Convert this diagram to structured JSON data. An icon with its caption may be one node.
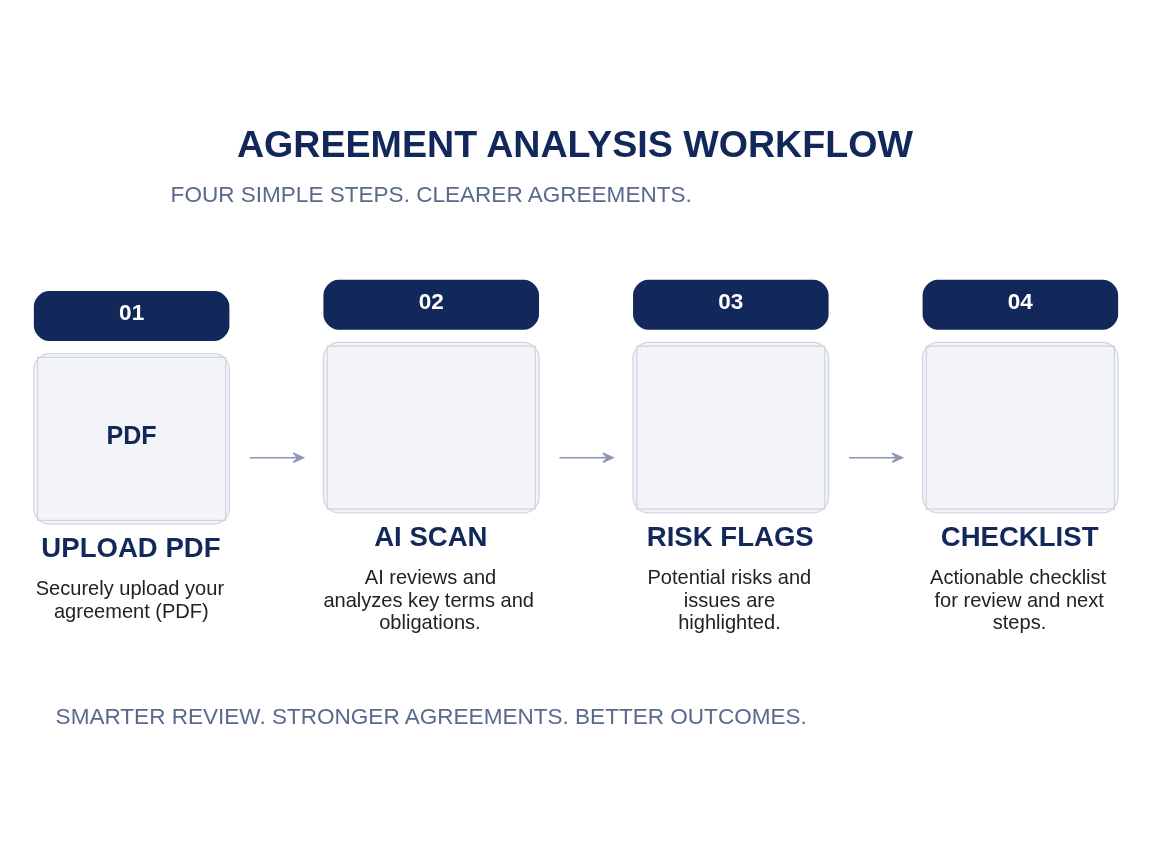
{
  "diagram": {
    "title": "AGREEMENT ANALYSIS WORKFLOW",
    "nodes": [
      {
        "text": [
          "01",
          "PDF",
          "UPLOAD PDF",
          "Securely upload your agreement (PDF)"
        ]
      },
      {
        "text": [
          "02",
          "AI SCAN",
          "AI reviews and analyzes key terms and obligations."
        ]
      },
      {
        "text": [
          "03",
          "RISK FLAGS",
          "Potential risks and issues are highlighted."
        ]
      },
      {
        "text": [
          "04",
          "CHECKLIST",
          "Actionable checklist for review and next steps."
        ]
      }
    ],
    "edges": [
      {
        "from": 0,
        "to": 1,
        "arrow": "to"
      },
      {
        "from": 1,
        "to": 2,
        "arrow": "to"
      },
      {
        "from": 2,
        "to": 3,
        "arrow": "to"
      }
    ],
    "labels": [
      "FOUR SIMPLE STEPS. CLEARER AGREEMENTS.",
      "SMARTER REVIEW. STRONGER AGREEMENTS. BETTER OUTCOMES."
    ]
  }
}
